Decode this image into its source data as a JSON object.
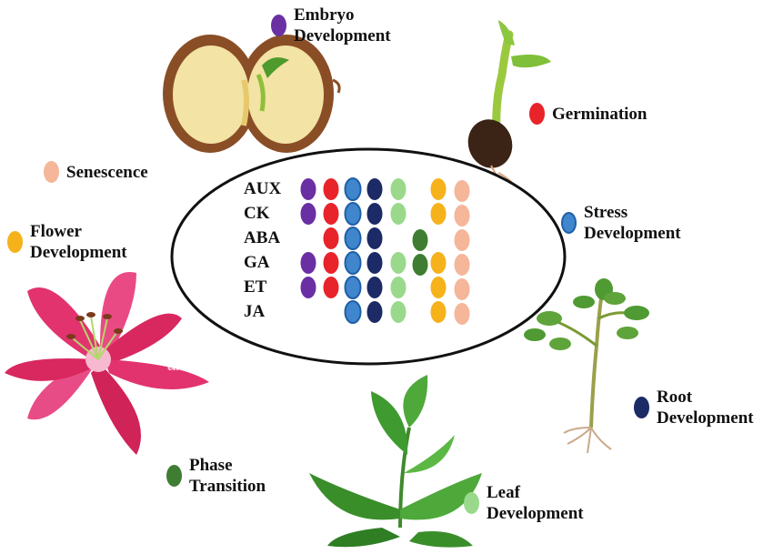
{
  "categories": [
    {
      "key": "embryo",
      "label": "Embryo\nDevelopment",
      "color": "#6a2fa3"
    },
    {
      "key": "germination",
      "label": "Germination",
      "color": "#e8232a"
    },
    {
      "key": "stress",
      "label": "Stress\nDevelopment",
      "color": "#3f86cc"
    },
    {
      "key": "root",
      "label": "Root\nDevelopment",
      "color": "#1c2a66"
    },
    {
      "key": "leaf",
      "label": "Leaf\nDevelopment",
      "color": "#9ad98c"
    },
    {
      "key": "phase",
      "label": "Phase\nTransition",
      "color": "#3f7d33"
    },
    {
      "key": "flower",
      "label": "Flower\nDevelopment",
      "color": "#f5b21b"
    },
    {
      "key": "senescence",
      "label": "Senescence",
      "color": "#f5b69a"
    }
  ],
  "hormones": [
    {
      "label": "AUX",
      "roles": [
        "embryo",
        "germination",
        "stress",
        "root",
        "leaf",
        "flower",
        "senescence"
      ]
    },
    {
      "label": "CK",
      "roles": [
        "embryo",
        "germination",
        "stress",
        "root",
        "leaf",
        "flower",
        "senescence"
      ]
    },
    {
      "label": "ABA",
      "roles": [
        "germination",
        "stress",
        "root",
        "phase",
        "senescence"
      ]
    },
    {
      "label": "GA",
      "roles": [
        "embryo",
        "germination",
        "stress",
        "root",
        "leaf",
        "phase",
        "flower",
        "senescence"
      ]
    },
    {
      "label": "ET",
      "roles": [
        "embryo",
        "germination",
        "stress",
        "root",
        "leaf",
        "flower",
        "senescence"
      ]
    },
    {
      "label": "JA",
      "roles": [
        "stress",
        "root",
        "leaf",
        "flower",
        "senescence"
      ]
    }
  ],
  "watermark": "alam"
}
